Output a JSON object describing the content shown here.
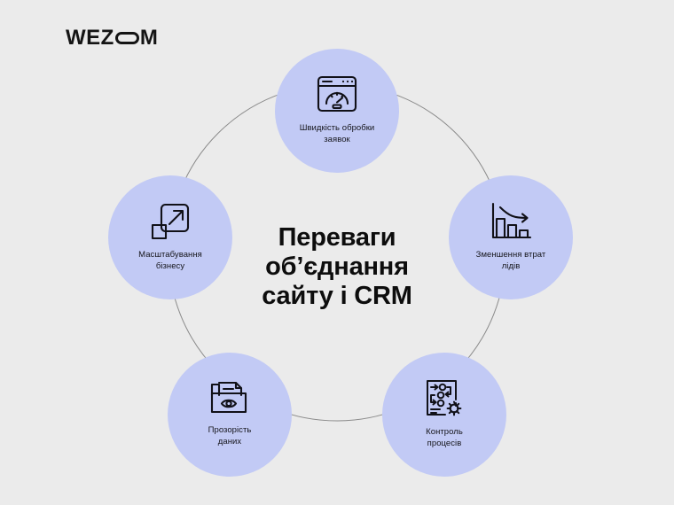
{
  "brand": {
    "name_part1": "WEZ",
    "oval_letter": "O",
    "name_part2": "M",
    "logo_name": "WEZOM"
  },
  "center": {
    "title_line1": "Переваги",
    "title_line2": "об’єднання",
    "title_line3": "сайту і CRM"
  },
  "colors": {
    "background": "#ebebeb",
    "node_fill": "#c2caf5",
    "ring_stroke": "#8a8a8a",
    "icon_stroke": "#111118",
    "title_text": "#0d0d0d",
    "label_text": "#15151b"
  },
  "nodes": [
    {
      "id": "speed",
      "icon": "browser-speedometer-icon",
      "label_line1": "Швидкість обробки",
      "label_line2": "заявок"
    },
    {
      "id": "leads",
      "icon": "declining-bar-chart-icon",
      "label_line1": "Зменшення втрат",
      "label_line2": "лідів"
    },
    {
      "id": "processes",
      "icon": "process-flow-gear-icon",
      "label_line1": "Контроль",
      "label_line2": "процесів"
    },
    {
      "id": "transparency",
      "icon": "folder-document-eye-icon",
      "label_line1": "Прозорість",
      "label_line2": "даних"
    },
    {
      "id": "scaling",
      "icon": "scale-expand-arrow-icon",
      "label_line1": "Масштабування",
      "label_line2": "бізнесу"
    }
  ]
}
